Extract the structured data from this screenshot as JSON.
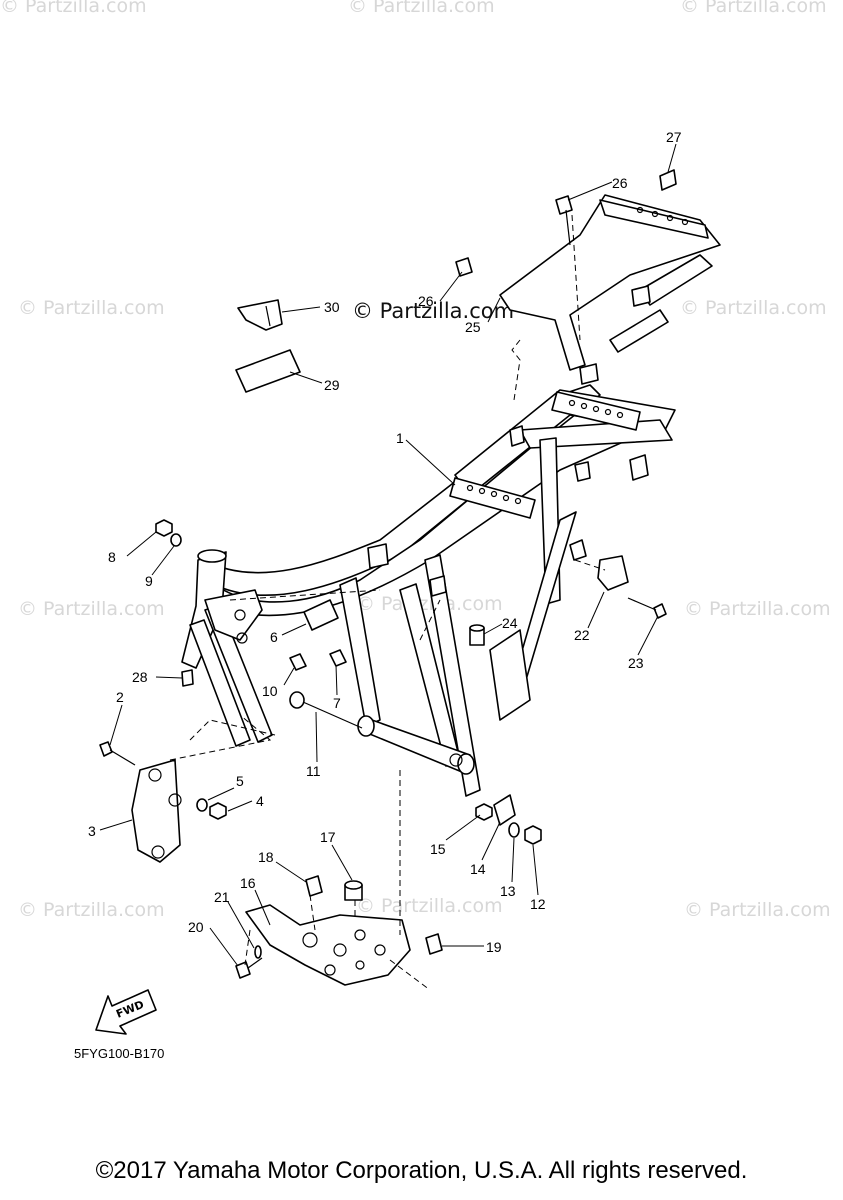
{
  "diagram": {
    "title": "",
    "watermark_text": "© Partzilla.com",
    "drawing_code": "5FYG100-B170",
    "fwd_label": "FWD",
    "copyright": "©2017 Yamaha Motor Corporation, U.S.A. All rights reserved.",
    "callouts": [
      "1",
      "2",
      "3",
      "4",
      "5",
      "6",
      "7",
      "8",
      "9",
      "10",
      "11",
      "12",
      "13",
      "14",
      "15",
      "16",
      "17",
      "18",
      "19",
      "20",
      "21",
      "22",
      "23",
      "24",
      "25",
      "26",
      "27",
      "28",
      "29",
      "30"
    ]
  }
}
